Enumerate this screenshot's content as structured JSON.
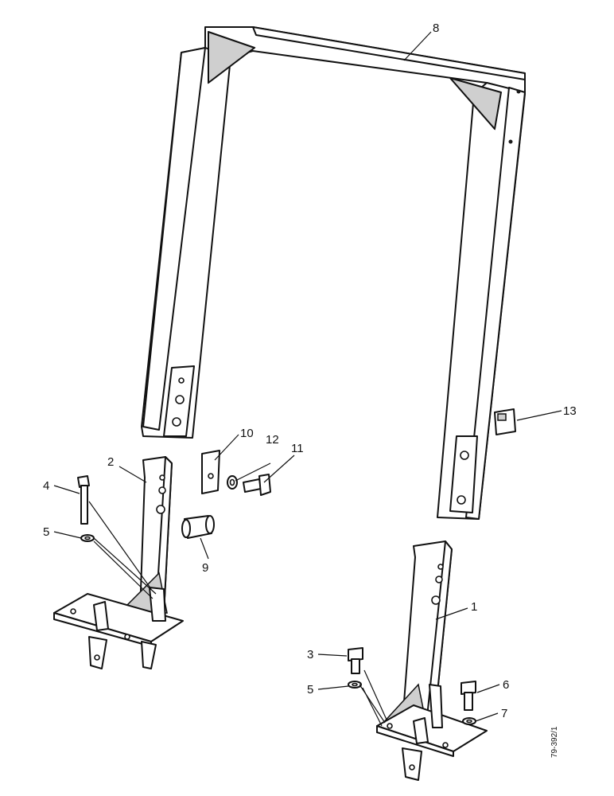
{
  "callouts": [
    "1",
    "2",
    "3",
    "4",
    "5",
    "5",
    "6",
    "7",
    "8",
    "9",
    "10",
    "11",
    "12",
    "13"
  ],
  "reference": "79-392/1"
}
